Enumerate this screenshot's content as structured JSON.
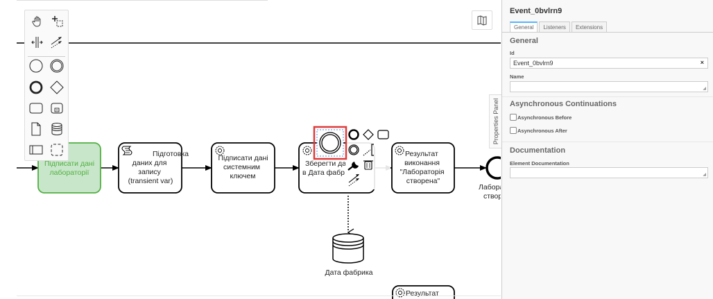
{
  "canvas": {
    "elements": {
      "task_sign_lab": "Підписати дані лабораторії",
      "task_prepare": [
        "Підготовка",
        "даних для",
        "запису",
        "(transient var)"
      ],
      "task_sign_system": [
        "Підписати дані",
        "системним",
        "ключем"
      ],
      "task_save": [
        "Зберегти да",
        "в Дата фабр"
      ],
      "task_result": [
        "Результат",
        "виконання",
        "\"Лабораторія",
        "створена\""
      ],
      "end_event_label": [
        "Лабора",
        "створ"
      ],
      "data_store": "Дата фабрика",
      "task_result_lower": "Результат"
    },
    "selected_color": "#e03a3a",
    "highlight_color": "#52b043"
  },
  "palette": {
    "tools": [
      {
        "name": "hand-tool",
        "icon": "hand-icon"
      },
      {
        "name": "lasso-tool",
        "icon": "lasso-icon"
      },
      {
        "name": "space-tool",
        "icon": "space-icon"
      },
      {
        "name": "global-connect-tool",
        "icon": "connect-icon"
      },
      {
        "name": "create-start-event",
        "icon": "start-event-icon"
      },
      {
        "name": "create-intermediate-event",
        "icon": "intermediate-event-icon"
      },
      {
        "name": "create-end-event",
        "icon": "end-event-icon"
      },
      {
        "name": "create-gateway",
        "icon": "gateway-icon"
      },
      {
        "name": "create-task",
        "icon": "task-icon"
      },
      {
        "name": "create-subprocess",
        "icon": "subprocess-icon"
      },
      {
        "name": "create-data-object",
        "icon": "data-object-icon"
      },
      {
        "name": "create-data-store",
        "icon": "data-store-icon"
      },
      {
        "name": "create-pool",
        "icon": "pool-icon"
      },
      {
        "name": "create-group",
        "icon": "group-icon"
      }
    ]
  },
  "properties_toggle": "Properties Panel",
  "properties": {
    "title": "Event_0bvlrn9",
    "tabs": [
      {
        "label": "General",
        "active": true
      },
      {
        "label": "Listeners",
        "active": false
      },
      {
        "label": "Extensions",
        "active": false
      }
    ],
    "general": {
      "heading": "General",
      "id_label": "Id",
      "id_value": "Event_0bvlrn9",
      "clear_icon": "×",
      "name_label": "Name",
      "name_value": ""
    },
    "async": {
      "heading": "Asynchronous Continuations",
      "before_label": "Asynchronous Before",
      "before_checked": false,
      "after_label": "Asynchronous After",
      "after_checked": false
    },
    "documentation": {
      "heading": "Documentation",
      "element_doc_label": "Element Documentation",
      "element_doc_value": ""
    }
  }
}
